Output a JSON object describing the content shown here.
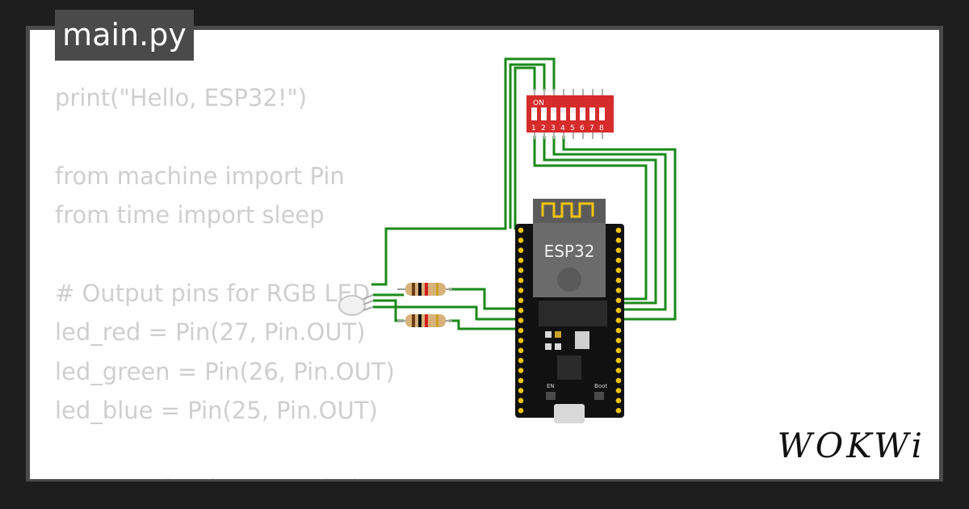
{
  "tab": {
    "title": "main.py"
  },
  "code_lines": [
    "print(\"Hello, ESP32!\")",
    "",
    "from machine import Pin",
    "from time import sleep",
    "",
    "# Output pins for RGB LED",
    "led_red = Pin(27, Pin.OUT)",
    "led_green = Pin(26, Pin.OUT)",
    "led_blue = Pin(25, Pin.OUT)",
    "",
    "# Input pins for DIP switch"
  ],
  "dip_switch": {
    "label_on": "ON",
    "numbers": [
      "1",
      "2",
      "3",
      "4",
      "5",
      "6",
      "7",
      "8"
    ],
    "color": "#d62b2b"
  },
  "esp32": {
    "label": "ESP32",
    "en_label": "EN",
    "boot_label": "Boot",
    "board_color": "#111111",
    "pin_color": "#f1c40f"
  },
  "wire_color": "#1a8a1a",
  "logo": {
    "text": "WOKWi"
  }
}
